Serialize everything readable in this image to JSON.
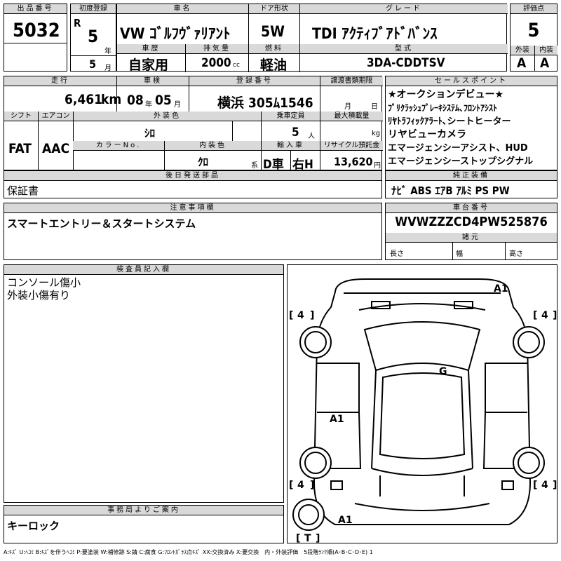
{
  "lot": {
    "label": "出品番号",
    "value": "5032"
  },
  "first_reg": {
    "label": "初度登録",
    "era": "R",
    "year": "5",
    "year_unit": "年",
    "month": "5",
    "month_unit": "月"
  },
  "car_name": {
    "label": "車名",
    "value": "VW ｺﾞﾙﾌｳﾞｧﾘｱﾝﾄ"
  },
  "door": {
    "label": "ドア形状",
    "value": "5W"
  },
  "grade": {
    "label": "グレード",
    "value": "TDI ｱｸﾃｨﾌﾞｱﾄﾞﾊﾞﾝｽ"
  },
  "score": {
    "label": "評価点",
    "value": "5",
    "ext_label": "外装",
    "int_label": "内装",
    "ext": "A",
    "int": "A"
  },
  "history": {
    "label": "車歴",
    "value": "自家用"
  },
  "displacement": {
    "label": "排気量",
    "value": "2000",
    "unit": "cc"
  },
  "fuel": {
    "label": "燃料",
    "value": "軽油"
  },
  "model": {
    "label": "型式",
    "value": "3DA-CDDTSV"
  },
  "mileage": {
    "label": "走行",
    "value": "6,461",
    "unit": "km"
  },
  "inspection": {
    "label": "車検",
    "year": "08",
    "year_unit": "年",
    "month": "05",
    "month_unit": "月"
  },
  "registration": {
    "label": "登録番号",
    "value": "横浜 305ﾑ1546"
  },
  "transfer": {
    "label": "譲渡書類期限",
    "month_unit": "月",
    "day_unit": "日"
  },
  "sales_point": {
    "label": "セールスポイント",
    "lines": [
      "★オークションデビュー★",
      "ﾌﾟﾘｸﾗｯｼｭﾌﾟﾚｰｷｼｽﾃﾑ､ﾌﾛﾝﾄｱｼｽﾄ",
      "ﾘﾔﾄﾗﾌｨｯｸｱﾗｰﾄ､シートヒーター",
      "リヤビューカメラ",
      "エマージェンシーアシスト、HUD",
      "エマージェンシーストップシグナル"
    ]
  },
  "shift": {
    "label": "シフト",
    "value": "FAT"
  },
  "aircon": {
    "label": "エアコン",
    "value": "AAC"
  },
  "ext_color": {
    "label": "外装色",
    "value": "ｼﾛ"
  },
  "capacity": {
    "label": "乗車定員",
    "value": "5",
    "unit": "人"
  },
  "max_load": {
    "label": "最大積載量",
    "unit": "kg"
  },
  "color_no": {
    "label": "カラーNo."
  },
  "int_color": {
    "label": "内装色",
    "value": "ｸﾛ",
    "suffix": "系"
  },
  "import": {
    "label": "輸入車",
    "value1": "D車",
    "value2": "右H"
  },
  "recycle": {
    "label": "リサイクル預託金",
    "value": "13,620",
    "unit": "円"
  },
  "later_parts": {
    "label": "後日発送部品",
    "value": "保証書"
  },
  "equipment": {
    "label": "純正装備",
    "value": "ﾅﾋﾞ ABS ｴｱB ｱﾙﾐ PS PW"
  },
  "notes": {
    "label": "注意事項欄",
    "value": "スマートエントリー＆スタートシステム"
  },
  "chassis": {
    "label": "車台番号",
    "value": "WVWZZZCD4PW525876"
  },
  "specs": {
    "label": "諸元",
    "length": "長さ",
    "width": "幅",
    "height": "高さ"
  },
  "inspector": {
    "label": "検査員記入欄",
    "lines": [
      "コンソール傷小",
      "外装小傷有り"
    ]
  },
  "office": {
    "label": "事務局よりご案内",
    "value": "キーロック"
  },
  "diagram": {
    "marks": {
      "a1_top": "A1",
      "g": "G",
      "a1_mid": "A1",
      "a1_bottom": "A1"
    },
    "tires": {
      "fl": "4",
      "fr": "4",
      "rl": "4",
      "rr": "4",
      "spare": "T"
    }
  },
  "legend": "A:ｷｽﾞ U:ﾍｺﾐ B:ｷｽﾞを伴うﾍｺﾐ P:要塗装 W:補修跡 S:錆 C:腐食 G:ﾌﾛﾝﾄｶﾞﾗｽ点ｷｽﾞ XX:交換済み X:要交換　内・外装評価　5段階ﾗﾝｸ順(A･B･C･D･E) 1"
}
